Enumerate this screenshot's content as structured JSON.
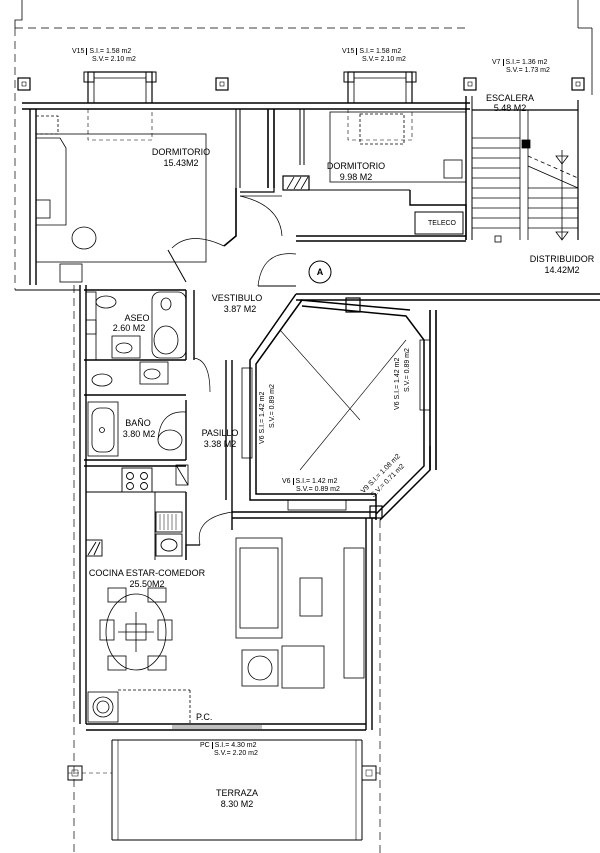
{
  "rooms": {
    "dorm1": {
      "name": "DORMITORIO",
      "area": "15.43M2"
    },
    "dorm2": {
      "name": "DORMITORIO",
      "area": "9.98 M2"
    },
    "escalera": {
      "name": "ESCALERA",
      "area": "5.48 M2"
    },
    "distribuidor": {
      "name": "DISTRIBUIDOR",
      "area": "14.42M2"
    },
    "vestibulo": {
      "name": "VESTIBULO",
      "area": "3.87 M2"
    },
    "aseo": {
      "name": "ASEO",
      "area": "2.60 M2"
    },
    "bano": {
      "name": "BAÑO",
      "area": "3.80 M2"
    },
    "pasillo": {
      "name": "PASILLO",
      "area": "3.38 M2"
    },
    "cocina": {
      "name": "COCINA ESTAR-COMEDOR",
      "area": "25.50M2"
    },
    "terraza": {
      "name": "TERRAZA",
      "area": "8.30 M2"
    }
  },
  "windows": {
    "v15a": {
      "id": "V15",
      "si": "S.I.=  1.58 m2",
      "sv": "S.V.= 2.10 m2"
    },
    "v15b": {
      "id": "V15",
      "si": "S.I.=  1.58 m2",
      "sv": "S.V.= 2.10 m2"
    },
    "v7": {
      "id": "V7",
      "si": "S.I.=  1.36 m2",
      "sv": "S.V.= 1.73 m2"
    },
    "v6a": {
      "id": "V6",
      "si": "S.I.= 1.42 m2",
      "sv": "S.V.= 0.89 m2"
    },
    "v6b": {
      "id": "V6",
      "si": "S.I.= 1.42 m2",
      "sv": "S.V.= 0.89 m2"
    },
    "v6c": {
      "id": "V6",
      "si": "S.I.=  1.42 m2",
      "sv": "S.V.= 0.89 m2"
    },
    "v9": {
      "id": "V9",
      "si": "S.I.= 1.08 m2",
      "sv": "S.V.= 0.71 m2"
    },
    "pc": {
      "id": "PC",
      "si": "S.I.=  4.30 m2",
      "sv": "S.V.= 2.20 m2"
    }
  },
  "labels": {
    "teleco": "TELECO",
    "marker": "A",
    "pc": "P.C."
  }
}
